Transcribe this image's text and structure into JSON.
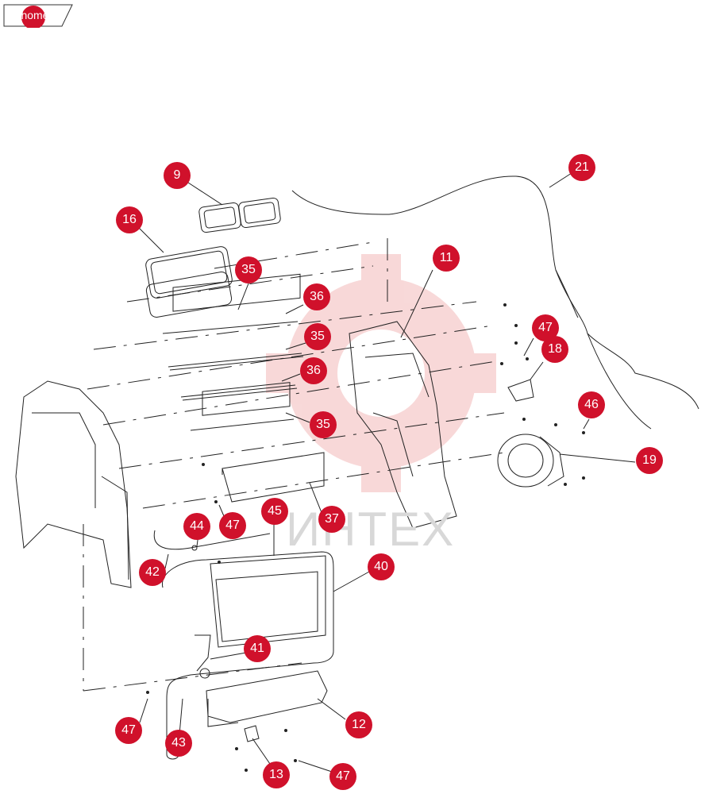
{
  "home": {
    "label": "home"
  },
  "watermark": {
    "text": "ИНТЕХ"
  },
  "callouts": [
    {
      "id": "c9",
      "label": "9"
    },
    {
      "id": "c16",
      "label": "16"
    },
    {
      "id": "c35a",
      "label": "35"
    },
    {
      "id": "c36a",
      "label": "36"
    },
    {
      "id": "c35b",
      "label": "35"
    },
    {
      "id": "c36b",
      "label": "36"
    },
    {
      "id": "c35c",
      "label": "35"
    },
    {
      "id": "c11",
      "label": "11"
    },
    {
      "id": "c21",
      "label": "21"
    },
    {
      "id": "c47a",
      "label": "47"
    },
    {
      "id": "c18",
      "label": "18"
    },
    {
      "id": "c46",
      "label": "46"
    },
    {
      "id": "c19",
      "label": "19"
    },
    {
      "id": "c37",
      "label": "37"
    },
    {
      "id": "c47b",
      "label": "47"
    },
    {
      "id": "c45",
      "label": "45"
    },
    {
      "id": "c44",
      "label": "44"
    },
    {
      "id": "c42",
      "label": "42"
    },
    {
      "id": "c40",
      "label": "40"
    },
    {
      "id": "c41",
      "label": "41"
    },
    {
      "id": "c12",
      "label": "12"
    },
    {
      "id": "c47c",
      "label": "47"
    },
    {
      "id": "c43",
      "label": "43"
    },
    {
      "id": "c13",
      "label": "13"
    },
    {
      "id": "c47d",
      "label": "47"
    }
  ],
  "colors": {
    "callout": "#d0112b",
    "linework": "#222222",
    "watermark": "#f3c6c6"
  }
}
